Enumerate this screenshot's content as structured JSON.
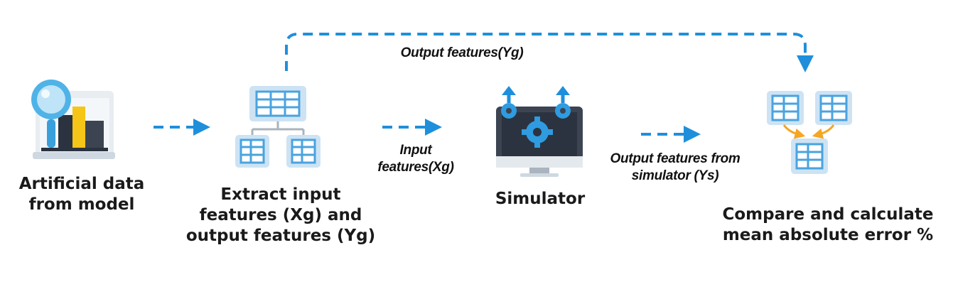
{
  "nodes": {
    "artificial_data": {
      "label_line1": "Artificial data",
      "label_line2": "from model",
      "icon": "magnifier-chart-icon"
    },
    "extract": {
      "label_line1": "Extract input",
      "label_line2": "features (Xg) and",
      "label_line3": "output features (Yg)",
      "icon": "table-hierarchy-icon"
    },
    "simulator": {
      "label": "Simulator",
      "icon": "monitor-gears-icon"
    },
    "compare": {
      "label_line1": "Compare and calculate",
      "label_line2": "mean absolute error %",
      "icon": "tables-merge-icon"
    }
  },
  "edges": {
    "output_top": {
      "label": "Output features(Yg)"
    },
    "input": {
      "label_line1": "Input",
      "label_line2": "features(Xg)"
    },
    "output_sim": {
      "label_line1": "Output features from",
      "label_line2": "simulator (Ys)"
    }
  },
  "colors": {
    "arrow": "#1f8fdb",
    "table_fill": "#cde3f4",
    "table_header": "#4aa3df",
    "merge_arrow": "#f5a623",
    "gear": "#1f8fdb",
    "monitor": "#3c4452"
  }
}
